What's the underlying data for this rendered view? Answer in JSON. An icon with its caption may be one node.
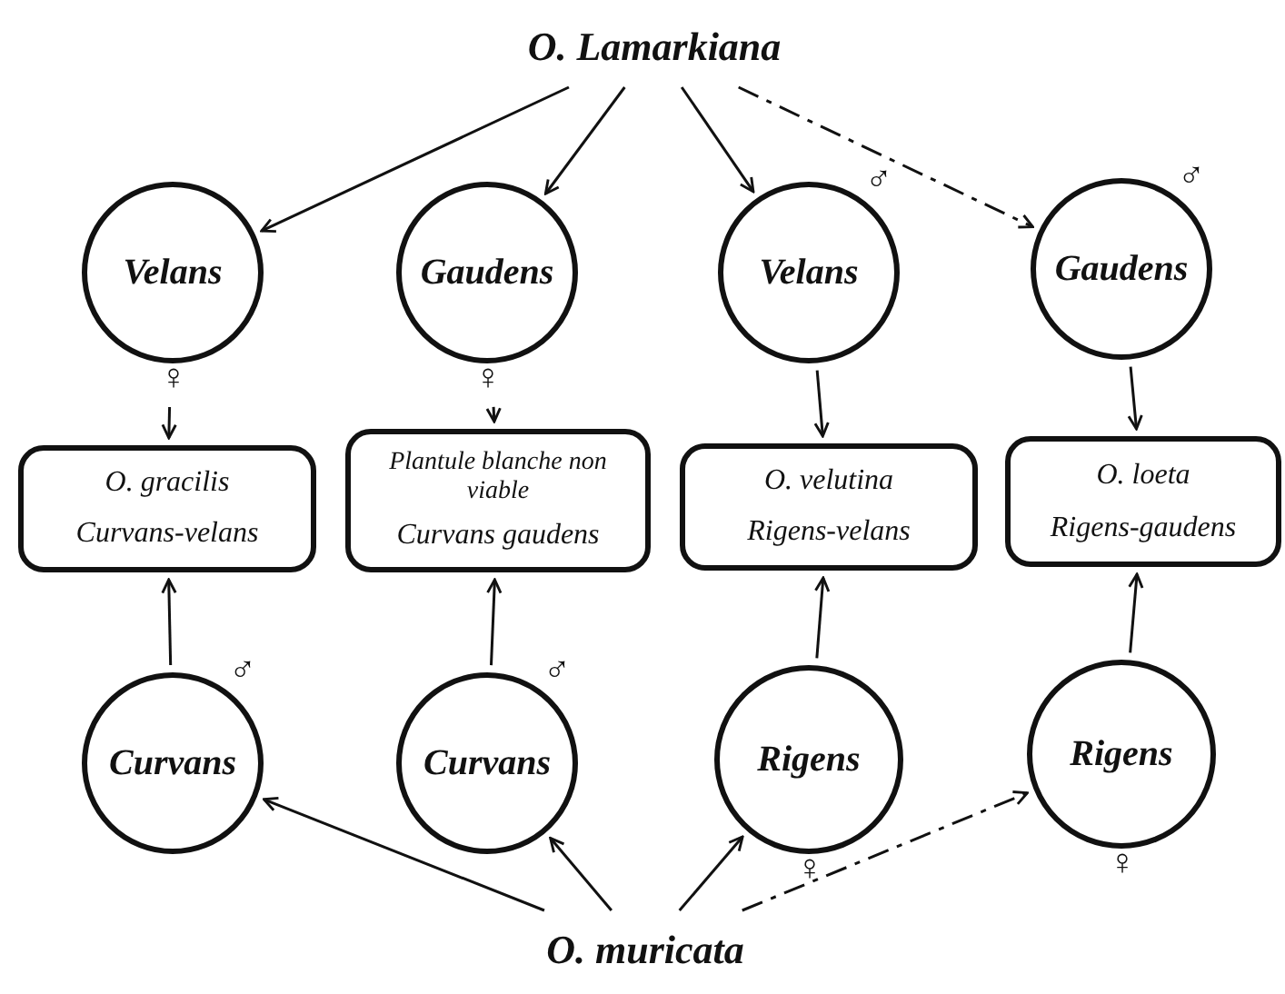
{
  "diagram": {
    "nodes": [
      {
        "text": [
          "O. Lamarkiana"
        ]
      },
      {
        "text": [
          "Velans"
        ],
        "beside": [
          "♀"
        ]
      },
      {
        "text": [
          "Gaudens"
        ],
        "beside": [
          "♀"
        ]
      },
      {
        "text": [
          "Velans"
        ],
        "beside": [
          "♂"
        ]
      },
      {
        "text": [
          "Gaudens"
        ],
        "beside": [
          "♂"
        ]
      },
      {
        "text": [
          "O. gracilis",
          "Curvans-velans"
        ]
      },
      {
        "text": [
          "Plantule blanche non viable",
          "Curvans gaudens"
        ]
      },
      {
        "text": [
          "O. velutina",
          "Rigens-velans"
        ]
      },
      {
        "text": [
          "O. loeta",
          "Rigens-gaudens"
        ]
      },
      {
        "text": [
          "Curvans"
        ],
        "beside": [
          "♂"
        ]
      },
      {
        "text": [
          "Curvans"
        ],
        "beside": [
          "♂"
        ]
      },
      {
        "text": [
          "Rigens"
        ],
        "beside": [
          "♀"
        ]
      },
      {
        "text": [
          "Rigens"
        ],
        "beside": [
          "♀"
        ]
      },
      {
        "text": [
          "O. muricata"
        ]
      }
    ],
    "edges": [
      {
        "from": 0,
        "to": 1,
        "arrow": "to"
      },
      {
        "from": 0,
        "to": 2,
        "arrow": "to"
      },
      {
        "from": 0,
        "to": 3,
        "arrow": "to"
      },
      {
        "from": 0,
        "to": 4,
        "arrow": "to",
        "style": "dashed"
      },
      {
        "from": 1,
        "to": 5,
        "arrow": "to"
      },
      {
        "from": 2,
        "to": 6,
        "arrow": "to"
      },
      {
        "from": 3,
        "to": 7,
        "arrow": "to"
      },
      {
        "from": 4,
        "to": 8,
        "arrow": "to"
      },
      {
        "from": 9,
        "to": 5,
        "arrow": "to"
      },
      {
        "from": 10,
        "to": 6,
        "arrow": "to"
      },
      {
        "from": 11,
        "to": 7,
        "arrow": "to"
      },
      {
        "from": 12,
        "to": 8,
        "arrow": "to"
      },
      {
        "from": 13,
        "to": 9,
        "arrow": "to"
      },
      {
        "from": 13,
        "to": 10,
        "arrow": "to"
      },
      {
        "from": 13,
        "to": 11,
        "arrow": "to"
      },
      {
        "from": 13,
        "to": 12,
        "arrow": "to",
        "style": "dashed"
      }
    ]
  }
}
